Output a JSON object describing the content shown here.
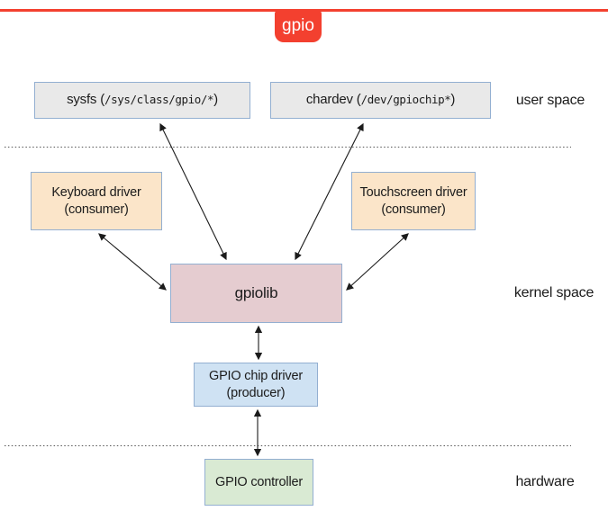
{
  "header": {
    "tag": "gpio"
  },
  "colors": {
    "accent": "#f3402f",
    "box-border": "#93afd1",
    "gray-fill": "#e9e9e9",
    "tan-fill": "#fbe5c9",
    "pink-fill": "#e5ccd0",
    "blue-fill": "#cfe2f3",
    "green-fill": "#d9ead3",
    "line": "#1b1b1b"
  },
  "layers": {
    "user_space": "user space",
    "kernel_space": "kernel space",
    "hardware": "hardware"
  },
  "nodes": {
    "sysfs": {
      "prefix": "sysfs (",
      "path": "/sys/class/gpio/*",
      "suffix": ")"
    },
    "chardev": {
      "prefix": "chardev (",
      "path": "/dev/gpiochip*",
      "suffix": ")"
    },
    "keyboard": {
      "title": "Keyboard driver",
      "subtitle": "(consumer)"
    },
    "touchscreen": {
      "title": "Touchscreen driver",
      "subtitle": "(consumer)"
    },
    "gpiolib": {
      "title": "gpiolib"
    },
    "chip_driver": {
      "title": "GPIO chip driver",
      "subtitle": "(producer)"
    },
    "controller": {
      "title": "GPIO controller"
    }
  }
}
